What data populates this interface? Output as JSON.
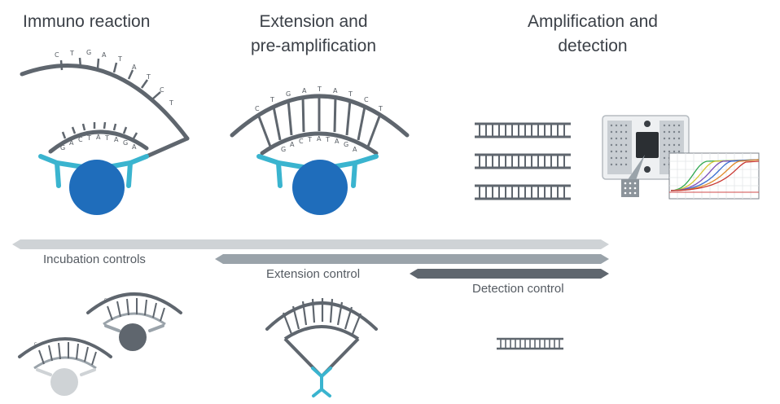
{
  "stages": {
    "immuno": "Immuno reaction",
    "extension_line1": "Extension and",
    "extension_line2": "pre-amplification",
    "amplification_line1": "Amplification and",
    "amplification_line2": "detection"
  },
  "controls": {
    "incubation": "Incubation controls",
    "extension": "Extension control",
    "detection": "Detection control"
  },
  "sequences": {
    "top_strand": [
      "C",
      "T",
      "G",
      "A",
      "T",
      "A",
      "T",
      "C",
      "T"
    ],
    "bottom_strand": [
      "G",
      "A",
      "C",
      "T",
      "A",
      "T",
      "A",
      "G",
      "A"
    ]
  },
  "colors": {
    "probe_dark": "#5f666e",
    "antibody_cyan": "#3ab4cf",
    "antigen_blue": "#1f6dbb",
    "bar_incubation": "#cfd3d6",
    "bar_extension": "#9aa3aa",
    "bar_detection": "#5f666e"
  },
  "icons": [
    "dna-duplex-icon",
    "qpcr-plate-icon",
    "amplification-curves-icon"
  ]
}
